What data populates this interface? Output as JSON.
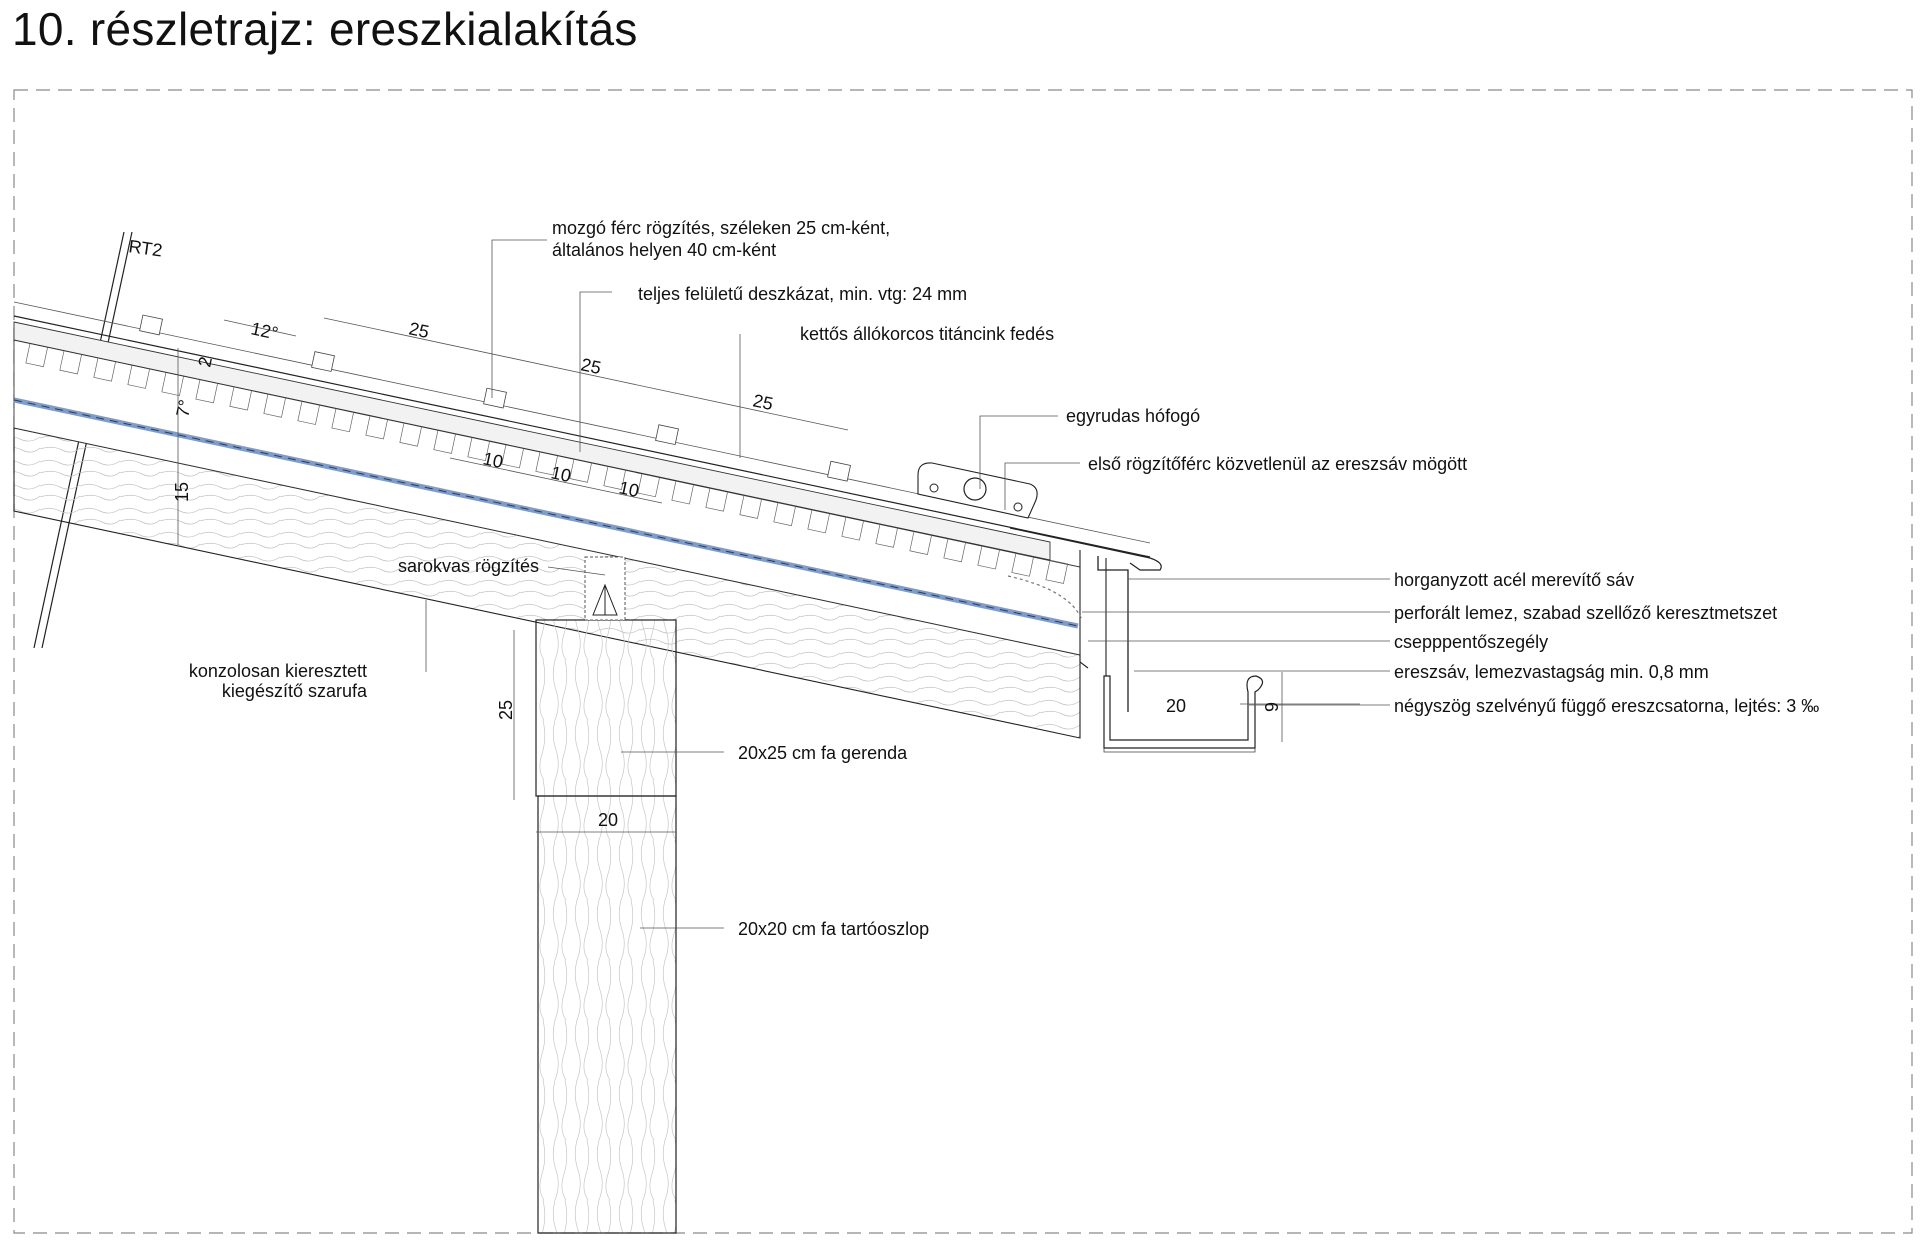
{
  "title": "10. részletrajz: ereszkialakítás",
  "section_marker": "RT2",
  "angles": {
    "roof_slope": "12°",
    "minor_slope": "7°"
  },
  "dimensions": {
    "seam_spacing": [
      "25",
      "25",
      "25"
    ],
    "batten_spacing": [
      "10",
      "10",
      "10"
    ],
    "left_layer_a": "2",
    "left_layer_b": "7",
    "left_layer_c": "15",
    "beam_height": "25",
    "column_width": "20",
    "gutter_width": "20",
    "gutter_height": "9"
  },
  "labels": {
    "moving_clip_line1": "mozgó férc rögzítés, széleken 25 cm-ként,",
    "moving_clip_line2": "általános helyen 40 cm-ként",
    "boarding": "teljes felületű deszkázat, min. vtg: 24 mm",
    "titanzinc": "kettős állókorcos titáncink fedés",
    "snow_guard": "egyrudas hófogó",
    "first_clip": "első rögzítőférc közvetlenül az ereszsáv mögött",
    "stiffener": "horganyzott acél merevítő sáv",
    "perforated": "perforált lemez, szabad szellőző keresztmetszet",
    "drip_edge": "csepppentőszegély",
    "eaves_strip": "ereszsáv, lemezvastagság min. 0,8 mm",
    "gutter": "négyszög szelvényű függő ereszcsatorna, lejtés: 3 ‰",
    "corner_bracket": "sarokvas rögzítés",
    "rafter_line1": "konzolosan kieresztett",
    "rafter_line2": "kiegészítő szarufa",
    "beam": "20x25 cm fa gerenda",
    "column": "20x20 cm fa tartóoszlop"
  },
  "colors": {
    "membrane_blue": "#7f9cc9",
    "line": "#222222"
  }
}
